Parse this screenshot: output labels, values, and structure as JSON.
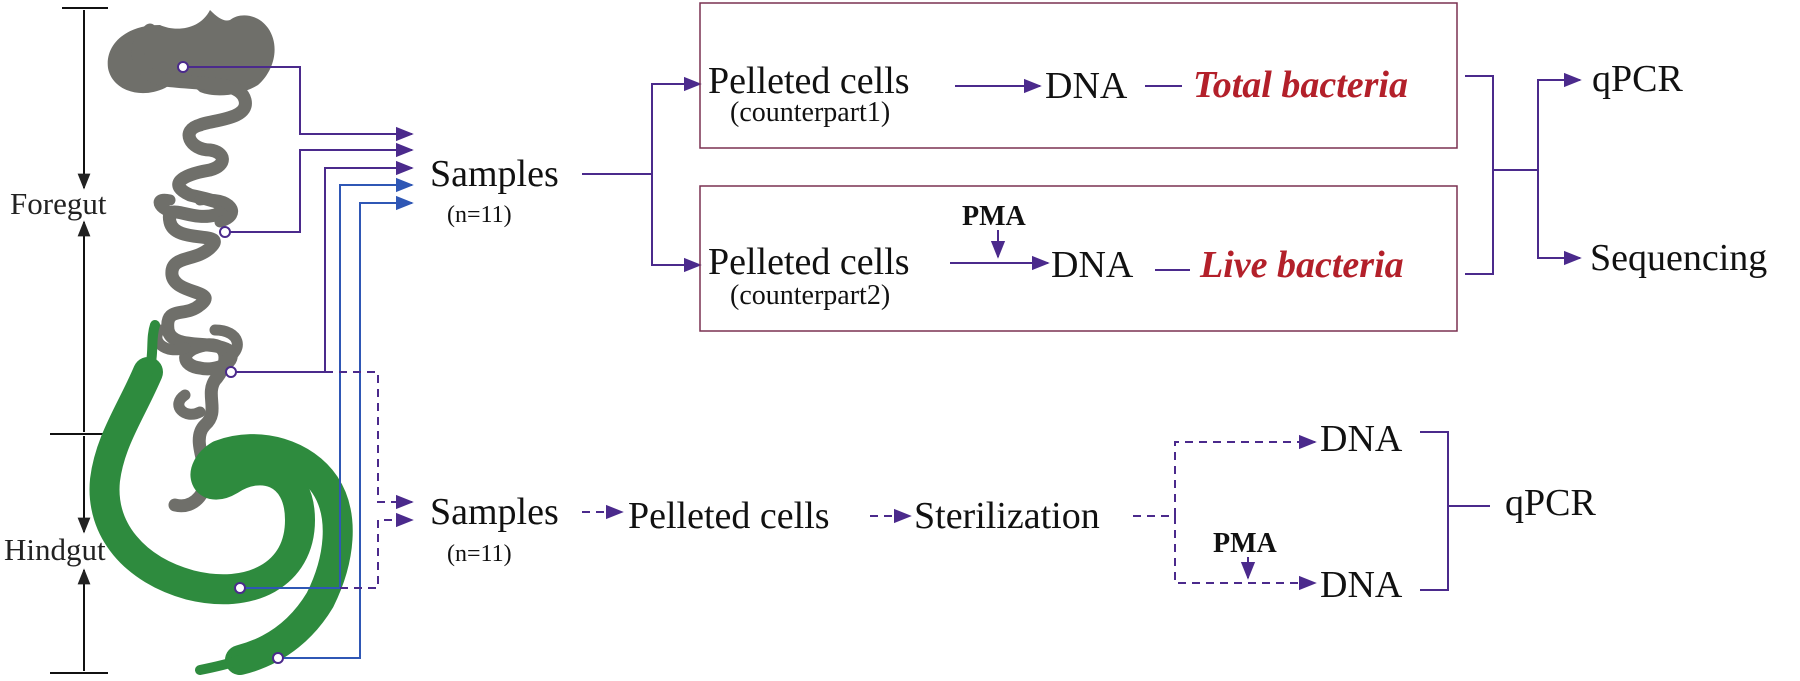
{
  "regions": {
    "foregut": "Foregut",
    "hindgut": "Hindgut"
  },
  "samples_top": {
    "label": "Samples",
    "count": "(n=11)"
  },
  "samples_bottom": {
    "label": "Samples",
    "count": "(n=11)"
  },
  "box1": {
    "cells": "Pelleted cells",
    "counterpart": "(counterpart1)",
    "dna": "DNA",
    "result": "Total bacteria"
  },
  "box2": {
    "pma": "PMA",
    "cells": "Pelleted cells",
    "counterpart": "(counterpart2)",
    "dna": "DNA",
    "result": "Live bacteria"
  },
  "outputs": {
    "qpcr": "qPCR",
    "sequencing": "Sequencing"
  },
  "bottom_flow": {
    "cells": "Pelleted cells",
    "sterilization": "Sterilization",
    "dna_top": "DNA",
    "pma": "PMA",
    "dna_bottom": "DNA",
    "qpcr": "qPCR"
  },
  "colors": {
    "line": "#4b2a8c",
    "blue_line": "#2f57b5",
    "result_red": "#b3202a",
    "foregut_gray": "#6f6f6a",
    "hindgut_green": "#2e8b3e",
    "box_border": "#7a3050"
  }
}
